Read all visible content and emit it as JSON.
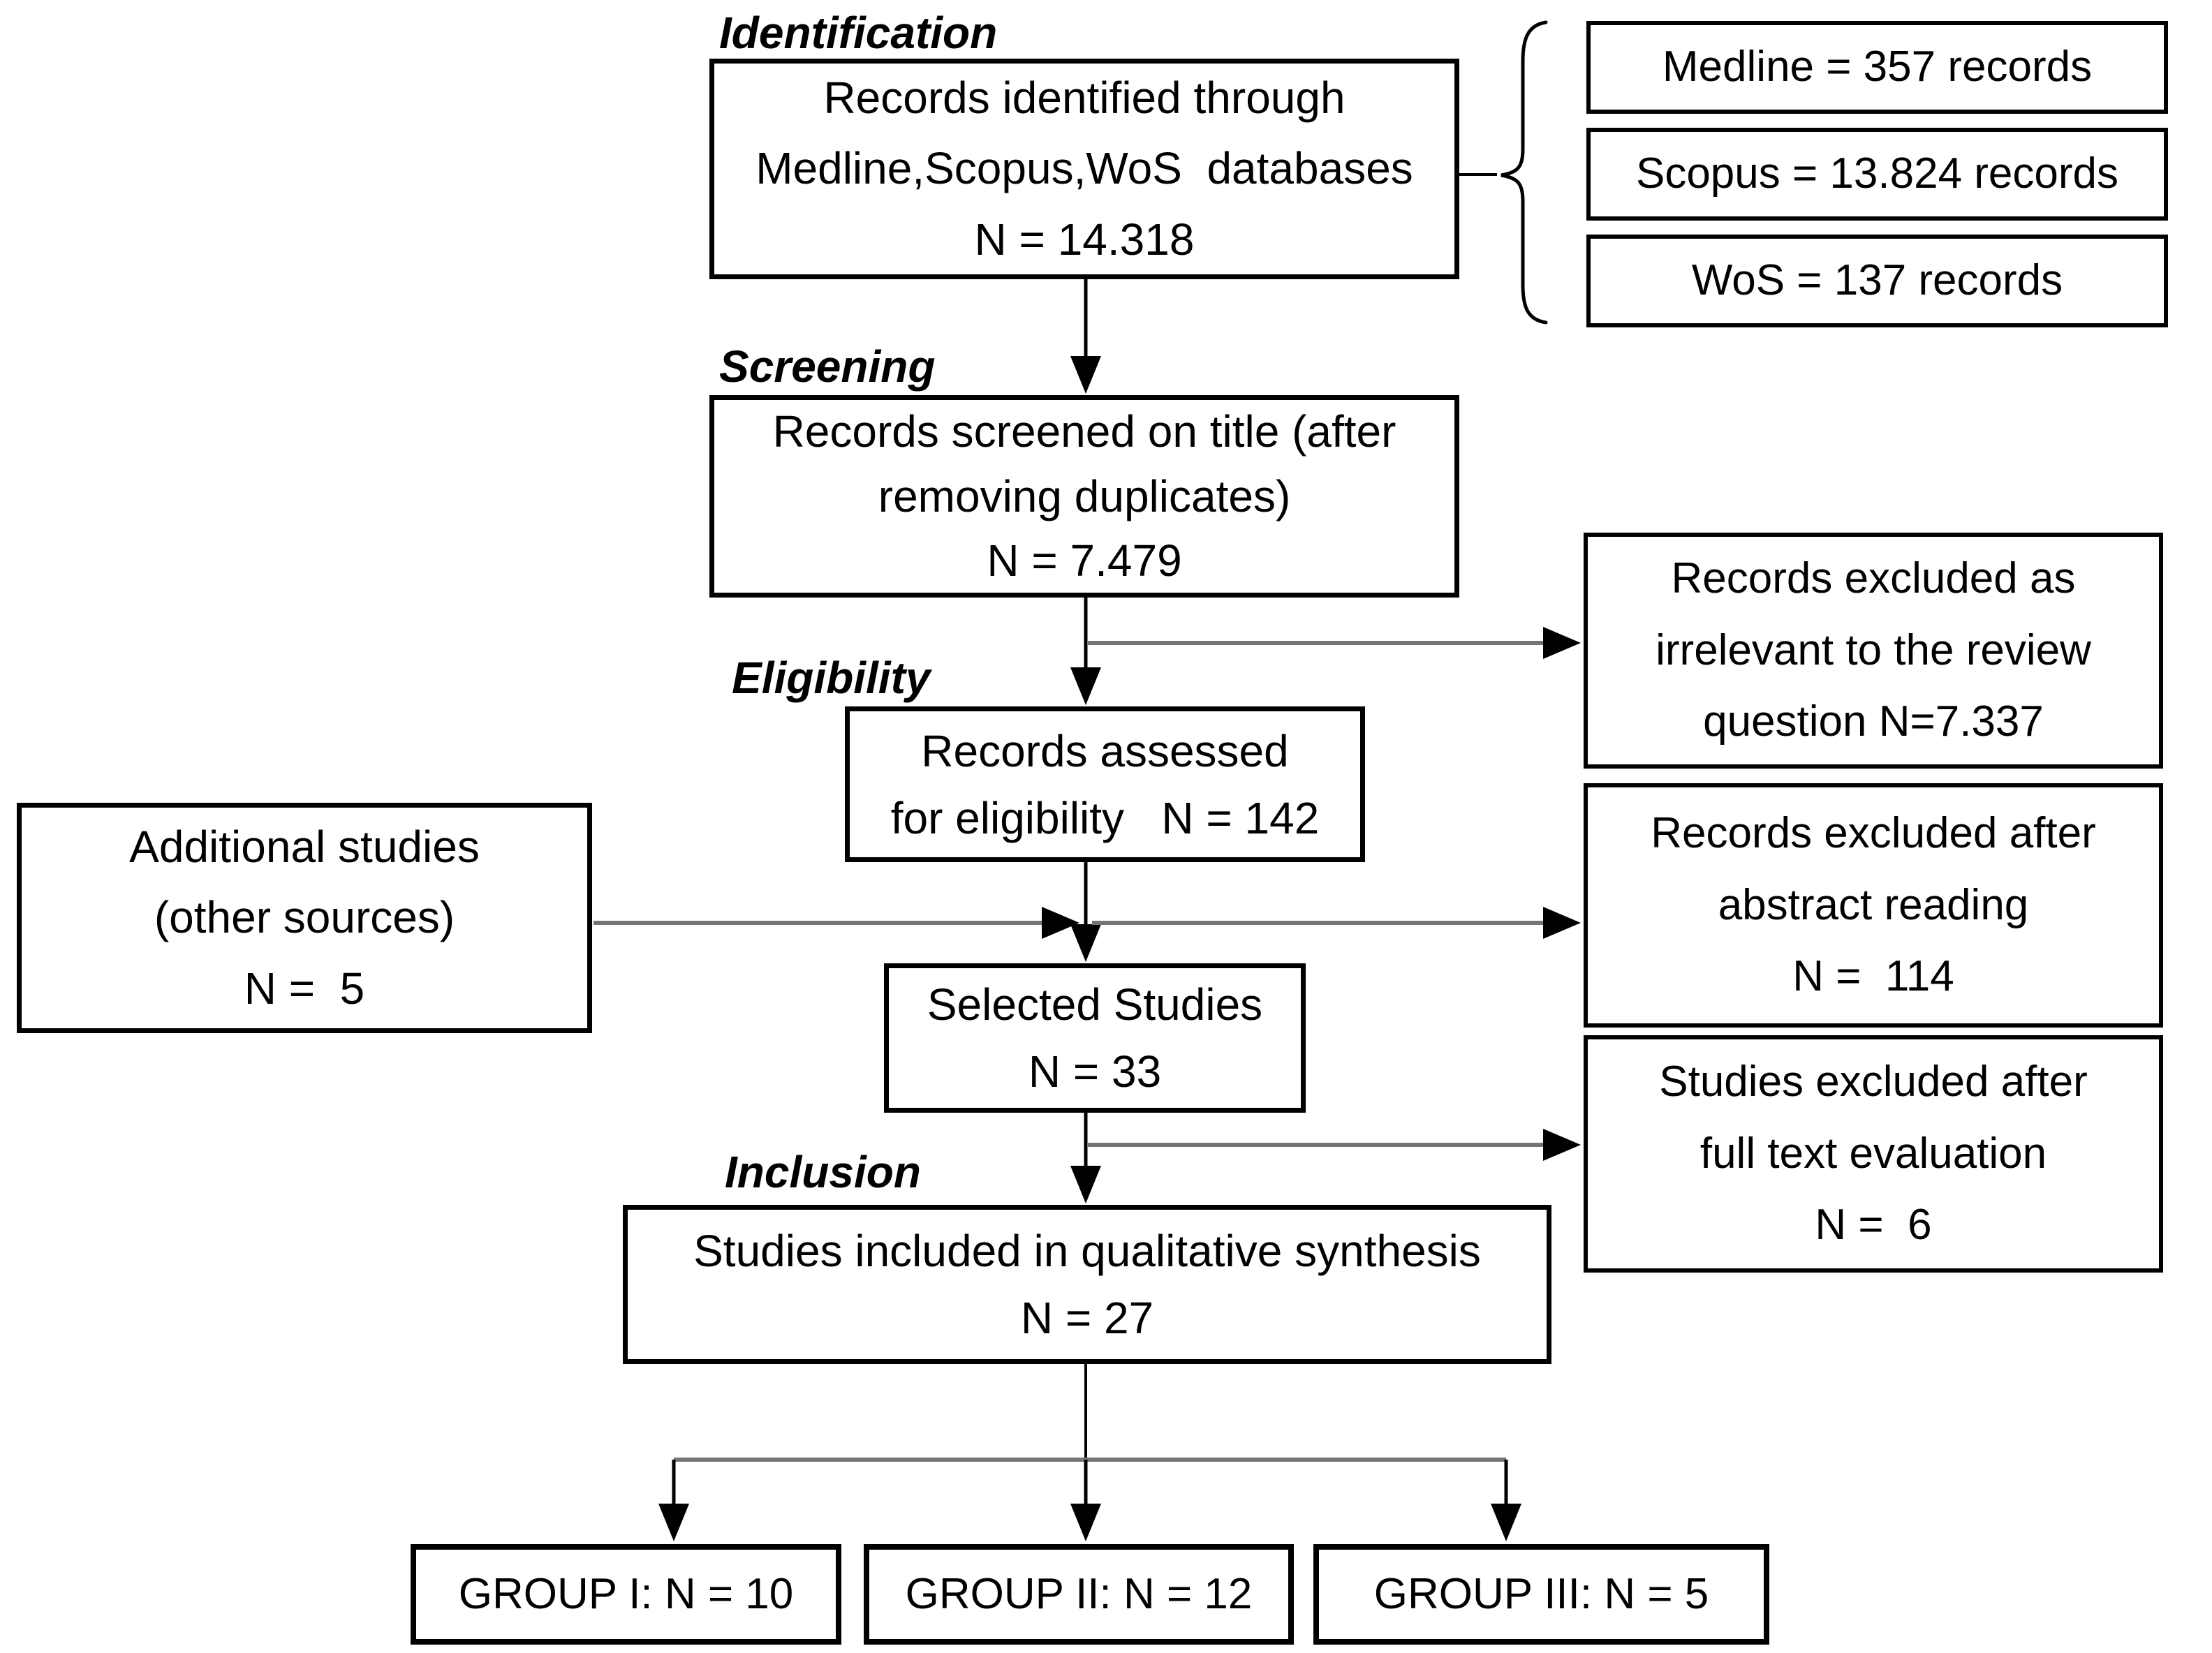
{
  "stage_labels": {
    "identification": "Identification",
    "screening": "Screening",
    "eligibility": "Eligibility",
    "inclusion": "Inclusion"
  },
  "boxes": {
    "identified": {
      "line1": "Records identified through",
      "line2": "Medline,Scopus,WoS  databases",
      "line3": "N = 14.318"
    },
    "medline": {
      "text": "Medline = 357 records"
    },
    "scopus": {
      "text": "Scopus = 13.824 records"
    },
    "wos": {
      "text": "WoS = 137 records"
    },
    "screened": {
      "line1": "Records screened on title (after",
      "line2": "removing duplicates)",
      "line3": "N = 7.479"
    },
    "excluded_irrelevant": {
      "line1": "Records excluded as",
      "line2": "irrelevant to the review",
      "line3": "question N=7.337"
    },
    "assessed": {
      "line1": "Records assessed",
      "line2": "for eligibility   N = 142"
    },
    "additional": {
      "line1": "Additional studies",
      "line2": "(other sources)",
      "line3": "N =  5"
    },
    "excluded_abstract": {
      "line1": "Records excluded after",
      "line2": "abstract reading",
      "line3": "N =  114"
    },
    "selected": {
      "line1": "Selected Studies",
      "line2": "N = 33"
    },
    "excluded_fulltext": {
      "line1": "Studies excluded after",
      "line2": "full text evaluation",
      "line3": "N =  6"
    },
    "included": {
      "line1": "Studies included in qualitative synthesis",
      "line2": "N = 27"
    },
    "group1": {
      "text": "GROUP I: N = 10"
    },
    "group2": {
      "text": "GROUP II: N = 12"
    },
    "group3": {
      "text": "GROUP III: N = 5"
    }
  },
  "colors": {
    "box_border": "#000000",
    "text": "#000000",
    "connector_black": "#000000",
    "connector_gray": "#757575",
    "background": "#ffffff"
  }
}
